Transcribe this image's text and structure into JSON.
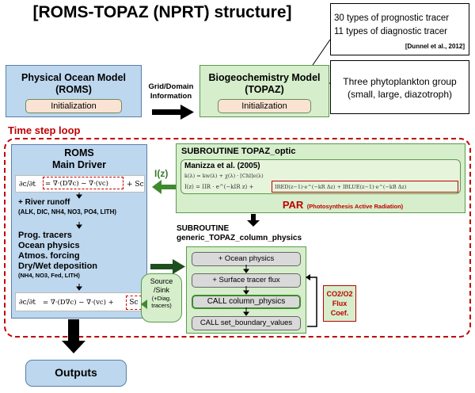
{
  "title": "[ROMS-TOPAZ (NPRT) structure]",
  "tracers": {
    "prognostic": "30 types of prognostic tracer",
    "diagnostic": "11 types of diagnostic tracer",
    "citation": "[Dunnel et al., 2012]"
  },
  "phyto": "Three phytoplankton group (small, large, diazotroph)",
  "roms_box": {
    "line1": "Physical Ocean Model",
    "line2": "(ROMS)",
    "init": "Initialization"
  },
  "topaz_box": {
    "line1": "Biogeochemistry Model",
    "line2": "(TOPAZ)",
    "init": "Initialization"
  },
  "grid_label": {
    "line1": "Grid/Domain",
    "line2": "Information"
  },
  "loop_label": "Time step loop",
  "driver": {
    "title1": "ROMS",
    "title2": "Main Driver",
    "eq1_lhs": "∂c/∂t",
    "eq1_rhs": "= ∇·(D∇c) − ∇·(vc)",
    "eq1_sc": "+ Sc",
    "river": "+ River runoff",
    "river_sub": "(ALK, DIC, NH4, NO3, PO4, LITH)",
    "prog": "Prog. tracers",
    "ocean": "Ocean physics",
    "atmos": "Atmos. forcing",
    "dep": "Dry/Wet deposition",
    "dep_sub": "(NH4, NO3, Fed, LITH)",
    "eq2_lhs": "∂c/∂t",
    "eq2_rhs": "= ∇·(D∇c) − ∇·(vc) +",
    "eq2_sc": "Sc"
  },
  "i_label": "I(z)",
  "optic": {
    "title": "SUBROUTINE TOPAZ_optic",
    "ref": "Manizza et al. (2005)",
    "eq1": "k(λ) = kw(λ) + χ(λ) · [Chl]e(λ)",
    "eq2_left": "I(z) = IIR · e^(−kIR z) +",
    "eq2_right": "IRED(z−1)·e^(−kR Δz) + IBLUE(z−1)·e^(−kB Δz)",
    "par": "PAR",
    "par_sub": "(Photosynthesis Active Radiation)"
  },
  "column": {
    "title1": "SUBROUTINE",
    "title2": "generic_TOPAZ_column_physics",
    "btn1": "+ Ocean physics",
    "btn2": "+ Surface tracer flux",
    "btn3": "CALL column_physics",
    "btn4": "CALL set_boundary_values"
  },
  "source_sink": {
    "line1": "Source",
    "line2": "/Sink",
    "line3": "(+Diag.",
    "line4": "tracers)"
  },
  "flux_coef": {
    "line1": "CO2/O2",
    "line2": "Flux",
    "line3": "Coef."
  },
  "outputs": "Outputs"
}
